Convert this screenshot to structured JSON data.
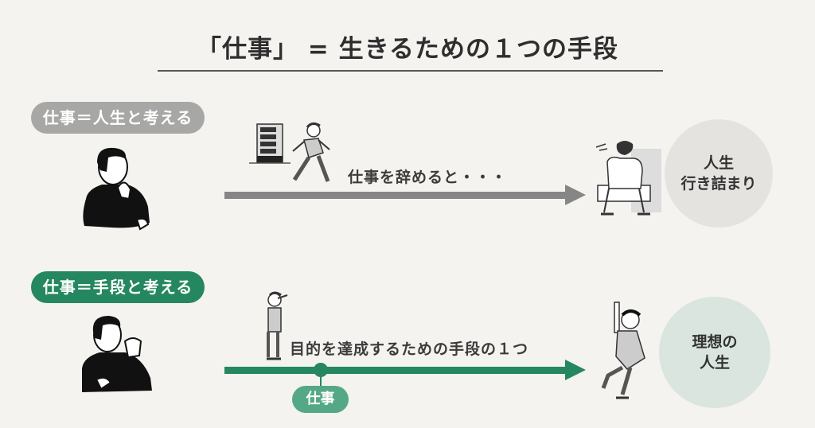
{
  "title": "「仕事」 = 生きるための１つの手段",
  "top_row": {
    "label": "仕事＝人生と考える",
    "caption": "仕事を辞めると・・・",
    "result_line1": "人生",
    "result_line2": "行き詰まり",
    "color": "#868686",
    "pill_color": "#a7a7a6",
    "circle_color": "#e4e3e0"
  },
  "bottom_row": {
    "label": "仕事＝手段と考える",
    "caption": "目的を達成するための手段の１つ",
    "milestone": "仕事",
    "result_line1": "理想の",
    "result_line2": "人生",
    "color": "#25875f",
    "tag_color": "#55a886",
    "circle_color": "#d9e5de"
  },
  "illustrations": {
    "top_left": "thinking-man-icon",
    "top_middle_building": "office-building-icon",
    "top_middle_person": "running-man-icon",
    "top_right": "despairing-man-icon",
    "bottom_left": "determined-man-icon",
    "bottom_middle": "looking-ahead-man-icon",
    "bottom_right": "jumping-man-icon"
  },
  "colors": {
    "background": "#f4f3ef",
    "text": "#333333",
    "accent_green": "#25875f",
    "neutral_gray": "#868686"
  }
}
